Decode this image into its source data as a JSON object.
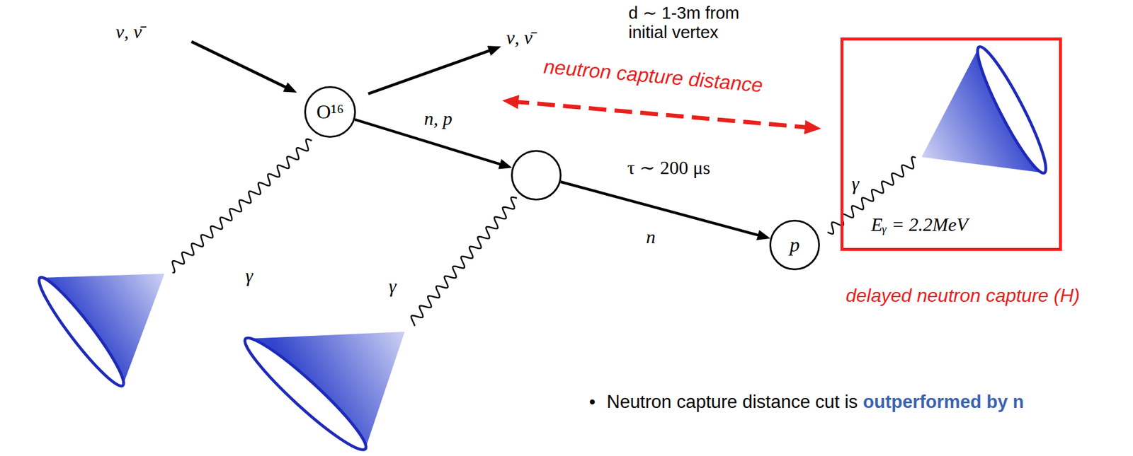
{
  "diagram": {
    "nodes": [
      {
        "text": [
          "O¹⁶"
        ]
      },
      {
        "text": []
      },
      {
        "text": [
          "p"
        ]
      },
      {
        "text": [
          "γ",
          "Eᵧ = 2.2MeV"
        ]
      }
    ],
    "edges": [
      {
        "from": 0,
        "to": 1,
        "arrow": "to",
        "label": "n, p"
      },
      {
        "from": 1,
        "to": 2,
        "arrow": "to",
        "label": "n"
      }
    ],
    "labels": [
      "ν, ν̄",
      "ν, ν̄",
      "d ∼ 1-3m from initial vertex",
      "neutron capture distance",
      "γ",
      "γ",
      "τ ∼ 200 μs",
      "delayed neutron capture (H)",
      "•",
      "Neutron capture distance cut is",
      "outperformed by n"
    ]
  }
}
